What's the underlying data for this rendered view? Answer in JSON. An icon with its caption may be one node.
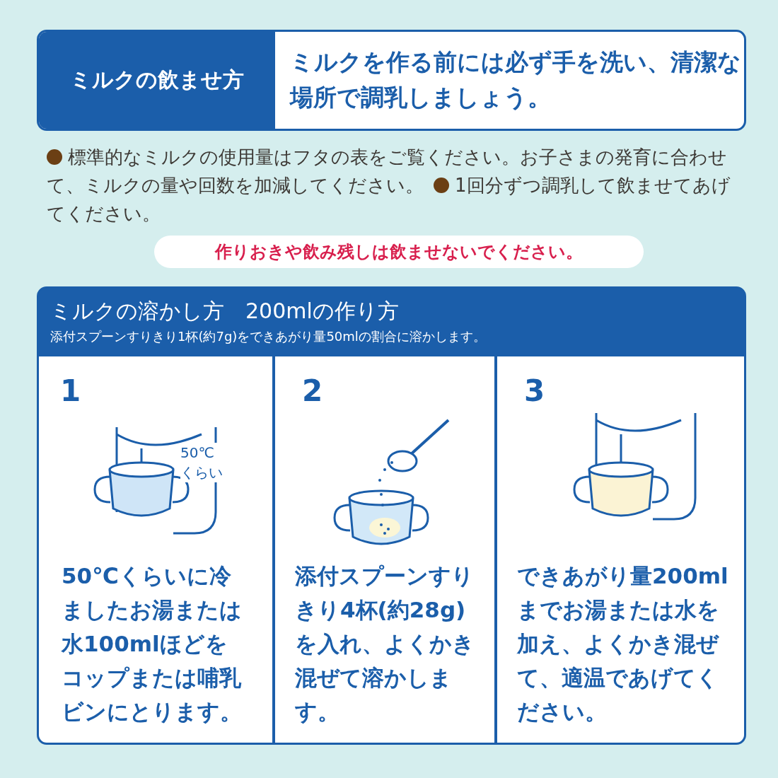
{
  "diagram": {
    "nodes": [
      {
        "text": [
          "ミルクの飲ませ方",
          "ミルクを作る前には必ず手を洗い、清潔な場所で調乳しましょう。"
        ]
      },
      {
        "text": [
          "作りおきや飲み残しは飲ませないでください。"
        ]
      },
      {
        "text": [
          "ミルクの溶かし方　200mlの作り方",
          "添付スプーンすりきり1杯(約7g)をできあがり量50mlの割合に溶かします。"
        ]
      },
      {
        "text": [
          "1",
          "50℃くらいに冷ましたお湯または水100mlほどをコップまたは哺乳ビンにとります。"
        ],
        "in": 2
      },
      {
        "text": [
          "2",
          "添付スプーンすりきり4杯(約28g)を入れ、よくかき混ぜて溶かします。"
        ],
        "in": 2
      },
      {
        "text": [
          "3",
          "できあがり量200mlまでお湯または水を加え、よくかき混ぜて、適温であげてください。"
        ],
        "in": 2
      }
    ],
    "labels": [
      "標準的なミルクの使用量はフタの表をご覧ください。お子さまの発育に合わせて、ミルクの量や回数を加減してください。",
      "1回分ずつ調乳して飲ませてあげてください。",
      "50℃くらい"
    ]
  }
}
